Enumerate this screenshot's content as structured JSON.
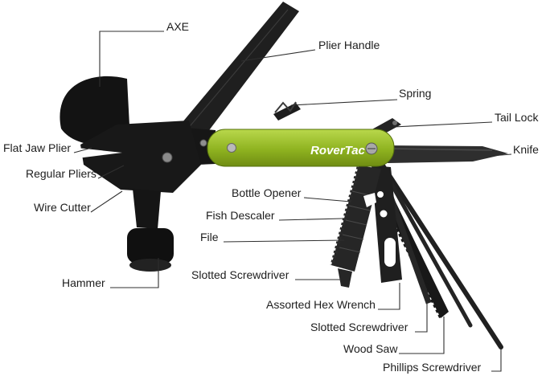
{
  "diagram": {
    "title": "Multi-tool labeled parts diagram",
    "brand": {
      "name": "RoverTac",
      "handle_color": "#8fb320"
    },
    "labels": [
      {
        "id": "axe",
        "text": "AXE"
      },
      {
        "id": "plier-handle",
        "text": "Plier Handle"
      },
      {
        "id": "spring",
        "text": "Spring"
      },
      {
        "id": "tail-lock",
        "text": "Tail Lock"
      },
      {
        "id": "knife",
        "text": "Knife"
      },
      {
        "id": "flat-jaw-plier",
        "text": "Flat Jaw Plier"
      },
      {
        "id": "regular-pliers",
        "text": "Regular Pliers"
      },
      {
        "id": "wire-cutter",
        "text": "Wire Cutter"
      },
      {
        "id": "bottle-opener",
        "text": "Bottle Opener"
      },
      {
        "id": "fish-descaler",
        "text": "Fish Descaler"
      },
      {
        "id": "file",
        "text": "File"
      },
      {
        "id": "slotted-screwdriver-1",
        "text": "Slotted Screwdriver"
      },
      {
        "id": "hammer",
        "text": "Hammer"
      },
      {
        "id": "assorted-hex-wrench",
        "text": "Assorted Hex Wrench"
      },
      {
        "id": "slotted-screwdriver-2",
        "text": "Slotted Screwdriver"
      },
      {
        "id": "wood-saw",
        "text": "Wood Saw"
      },
      {
        "id": "phillips-screwdriver",
        "text": "Phillips Screwdriver"
      }
    ]
  }
}
